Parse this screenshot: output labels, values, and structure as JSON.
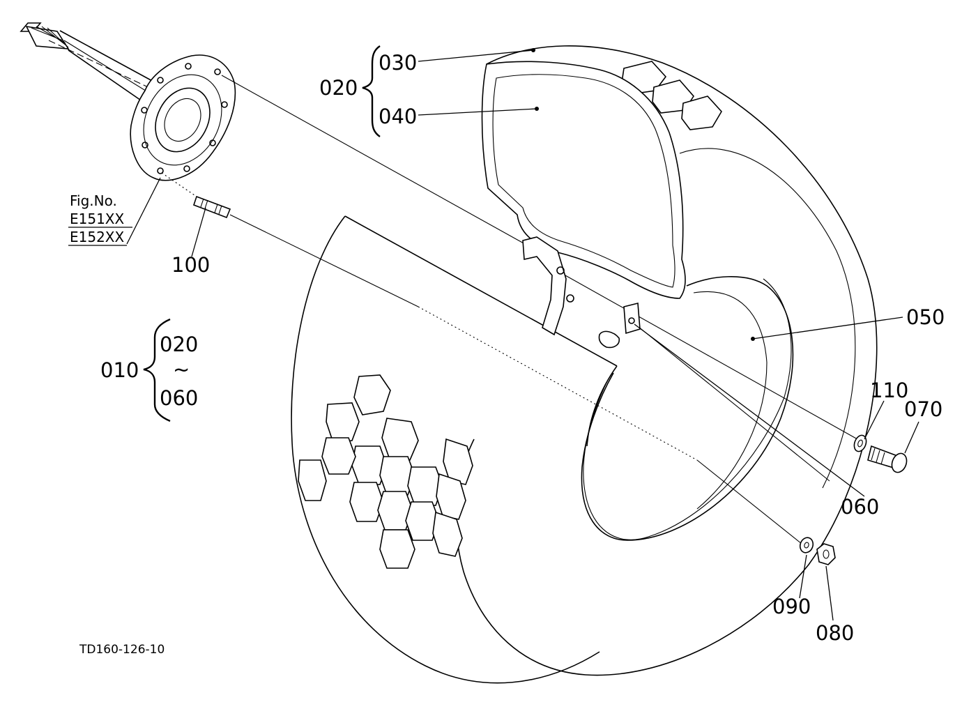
{
  "diagram": {
    "labels": {
      "p010": "010",
      "p020": "020",
      "p030": "030",
      "p040": "040",
      "p050": "050",
      "p060": "060",
      "p070": "070",
      "p080": "080",
      "p090": "090",
      "p100": "100",
      "p110": "110",
      "range_start": "020",
      "range_tilde": "~",
      "range_end": "060"
    },
    "figure_ref": {
      "title": "Fig.No.",
      "line1": "E151XX",
      "line2": "E152XX"
    },
    "drawing_code": "TD160-126-10"
  }
}
